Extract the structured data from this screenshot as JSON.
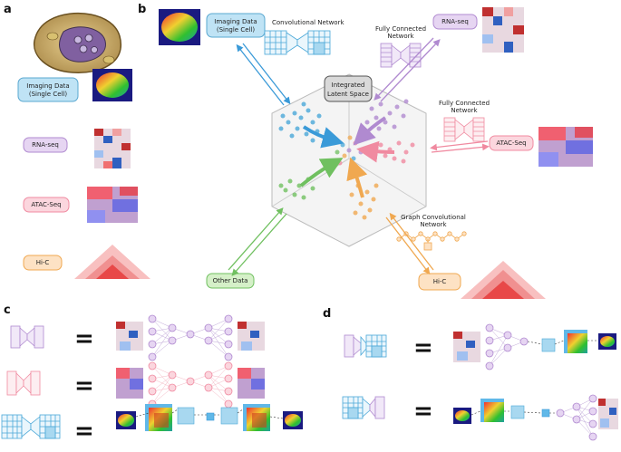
{
  "panels": {
    "a": "a",
    "b": "b",
    "c": "c",
    "d": "d"
  },
  "panel_a": {
    "imaging": "Imaging Data",
    "imaging_sub": "(Single Cell)",
    "rnaseq": "RNA-seq",
    "atacseq": "ATAC-Seq",
    "hic": "Hi-C"
  },
  "panel_b": {
    "imaging": "Imaging Data",
    "imaging_sub": "(Single Cell)",
    "conv_net": "Convolutional Network",
    "fc_net_1_l1": "Fully Connected",
    "fc_net_1_l2": "Network",
    "rnaseq": "RNA-seq",
    "latent_l1": "Integrated",
    "latent_l2": "Latent Space",
    "fc_net_2_l1": "Fully Connected",
    "fc_net_2_l2": "Network",
    "atacseq": "ATAC-Seq",
    "gcn_l1": "Graph Convolutional",
    "gcn_l2": "Network",
    "hic": "Hi-C",
    "other": "Other Data"
  },
  "panel_c": {
    "eq": "="
  },
  "panel_d": {
    "eq": "="
  },
  "colors": {
    "imaging": "#4aa8d8",
    "rnaseq": "#b08ad0",
    "atac": "#f08aa0",
    "hic": "#f0a850",
    "other": "#70c060",
    "pill_imaging": "#bfe3f5",
    "pill_rna": "#e6d5f2",
    "pill_atac": "#fbd6de",
    "pill_hic": "#fde2c4",
    "pill_other": "#d5f0c8",
    "latent": "#d9d9d9"
  }
}
